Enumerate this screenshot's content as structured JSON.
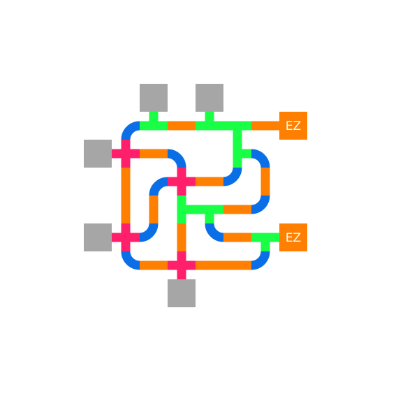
{
  "game": {
    "exit_label_top": "EZ",
    "exit_label_bottom": "EZ"
  },
  "colors": {
    "background": "#ffffff",
    "source_block": "#a6a6a6",
    "exit_block": "#ff7f00",
    "pipe_orange": "#ff7f00",
    "pipe_green": "#19ff45",
    "pipe_blue": "#0a6fe6",
    "pipe_magenta": "#ff1f6a"
  },
  "pieces": {
    "sources": 5,
    "exits": 2
  }
}
